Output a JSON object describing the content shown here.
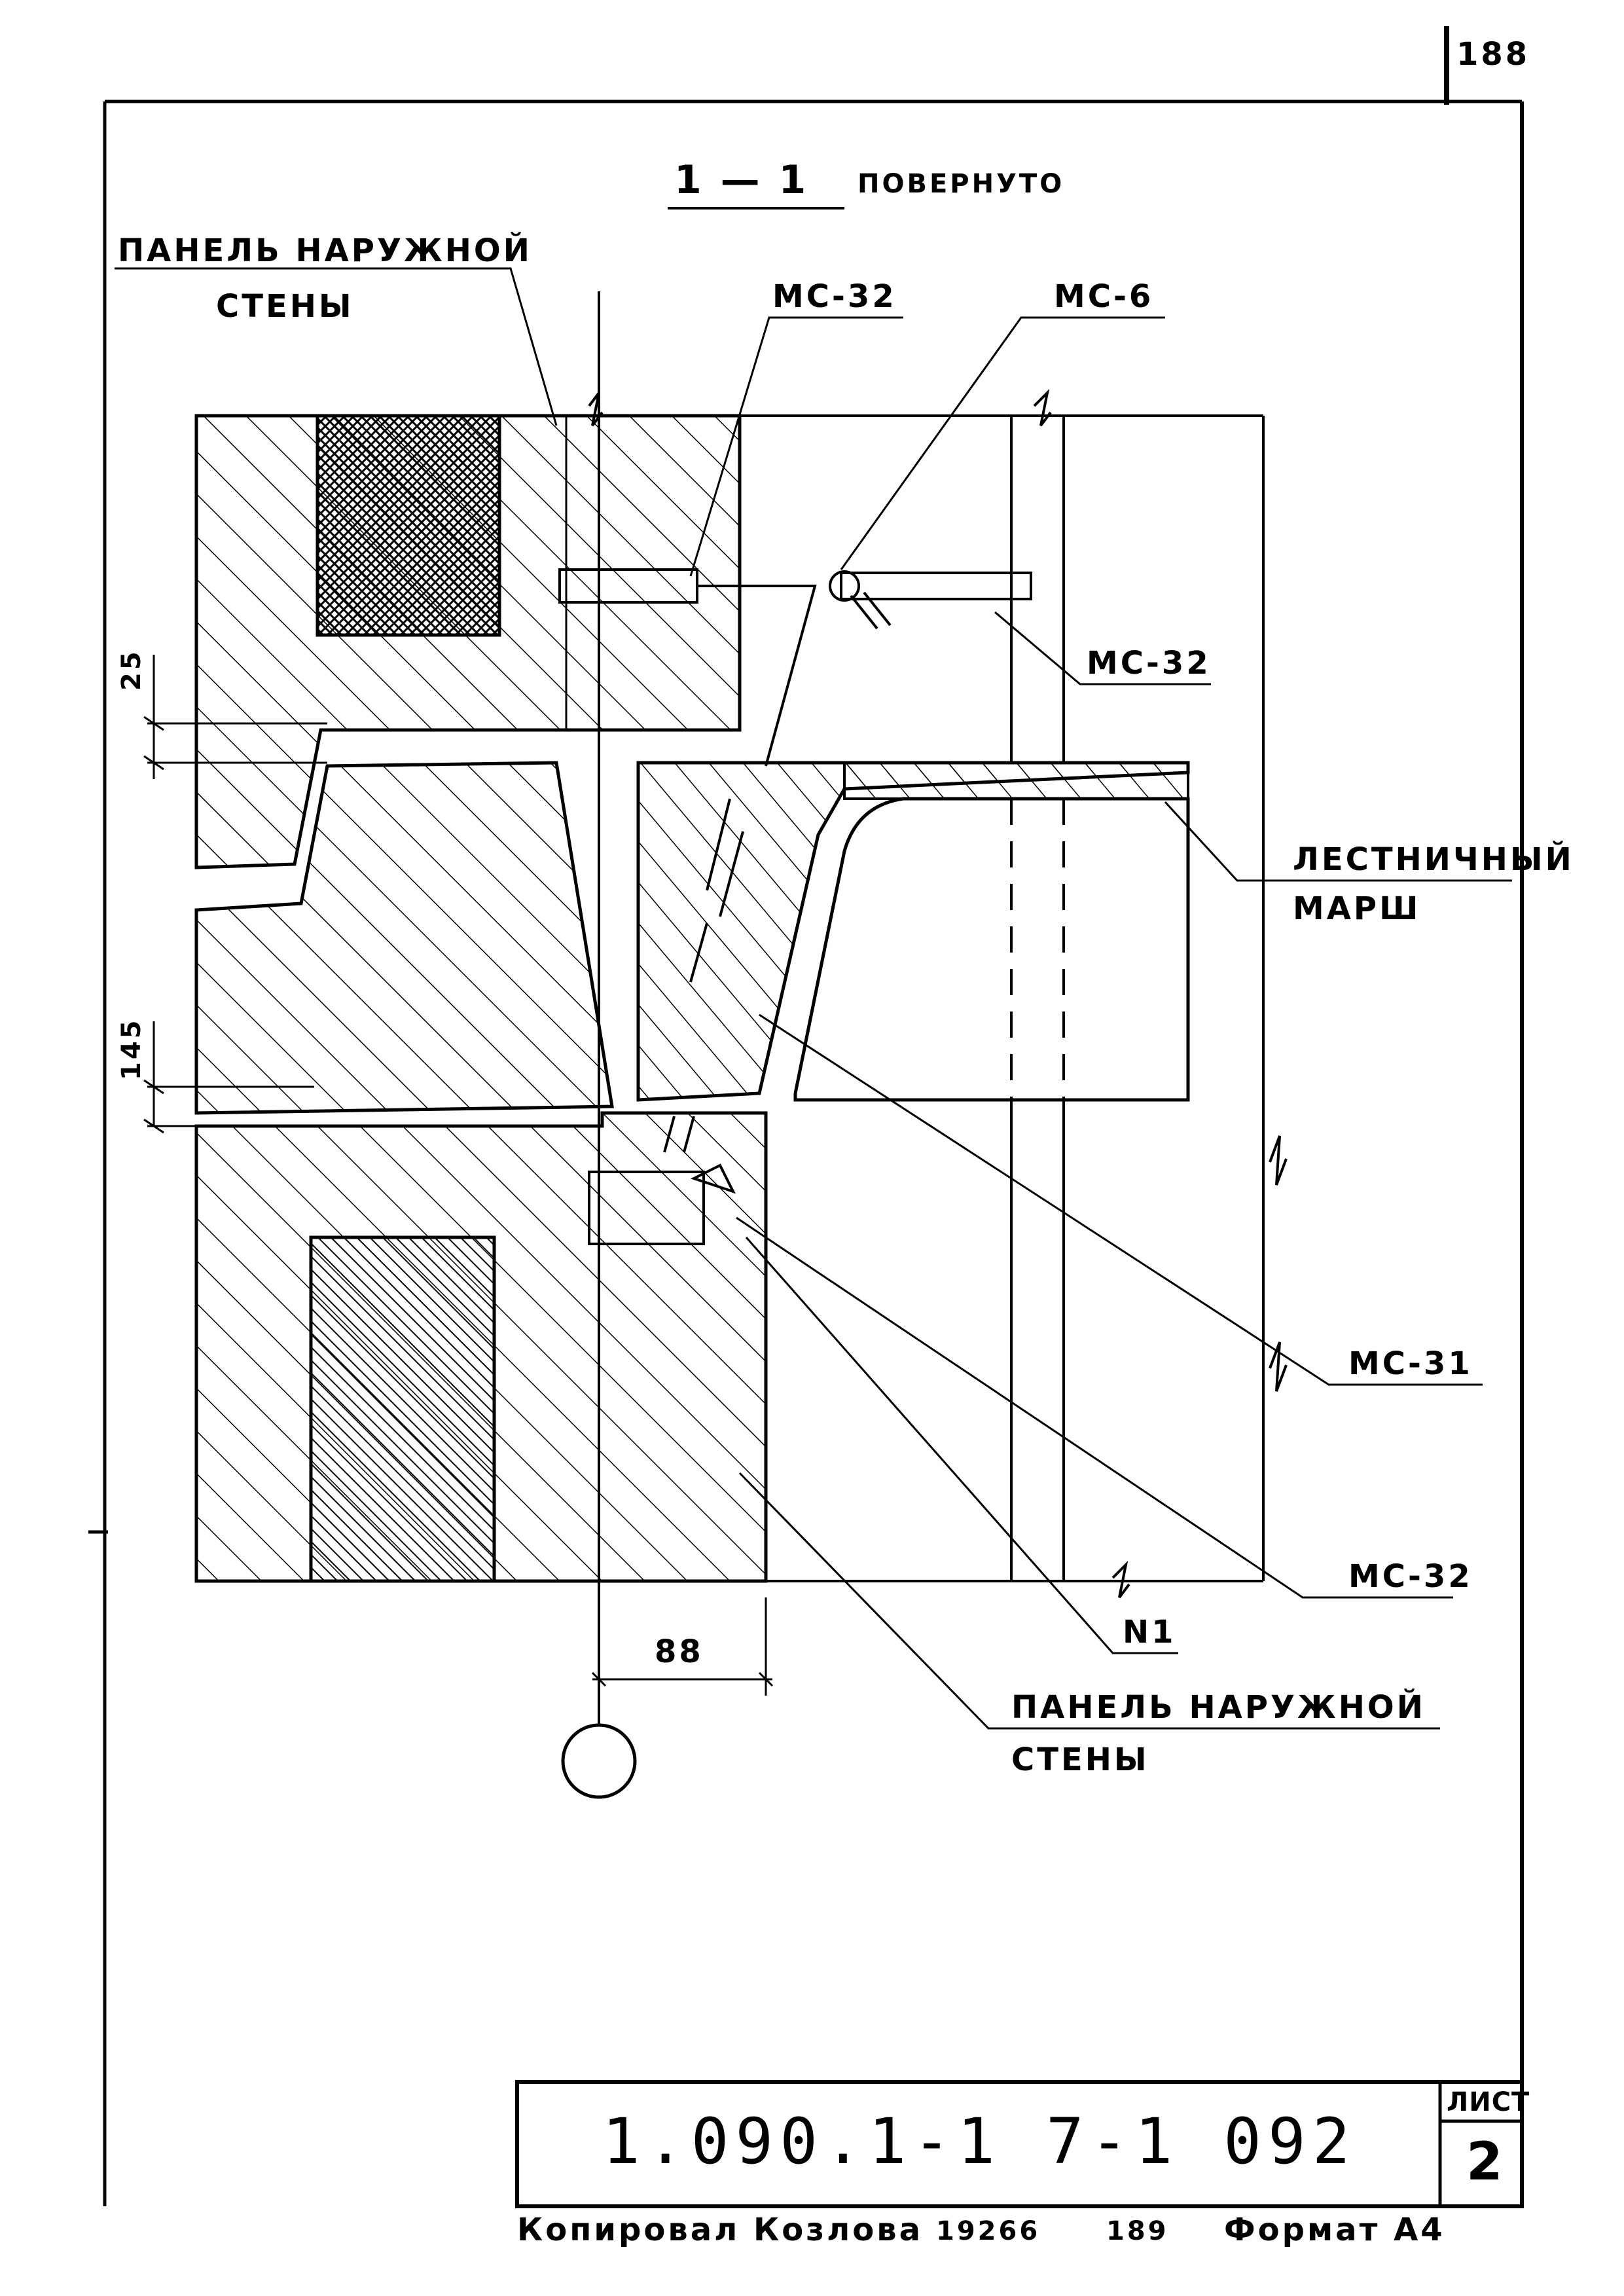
{
  "page_number": "188",
  "section_title": {
    "mark": "1 — 1",
    "note": "ПОВЕРНУТО"
  },
  "labels": {
    "outer_wall_panel_top": [
      "ПАНЕЛЬ НАРУЖНОЙ",
      "СТЕНЫ"
    ],
    "mc32_top": "МС-32",
    "mc6": "МС-6",
    "mc32_right": "МС-32",
    "stair_flight": [
      "ЛЕСТНИЧНЫЙ",
      "МАРШ"
    ],
    "mc31": "МС-31",
    "mc32_lower": "МС-32",
    "n1": "N1",
    "outer_wall_panel_bottom": [
      "ПАНЕЛЬ НАРУЖНОЙ",
      "СТЕНЫ"
    ]
  },
  "dimensions": {
    "gap_top": "25",
    "gap_bottom": "145",
    "offset": "88"
  },
  "stamp": {
    "document_code": "1.090.1-1  7-1  092",
    "sheet_label": "ЛИСТ",
    "sheet_number": "2"
  },
  "footer": {
    "copied_by": "Копировал Козлова",
    "order_number": "19266",
    "page": "189",
    "format": "Формат А4"
  }
}
